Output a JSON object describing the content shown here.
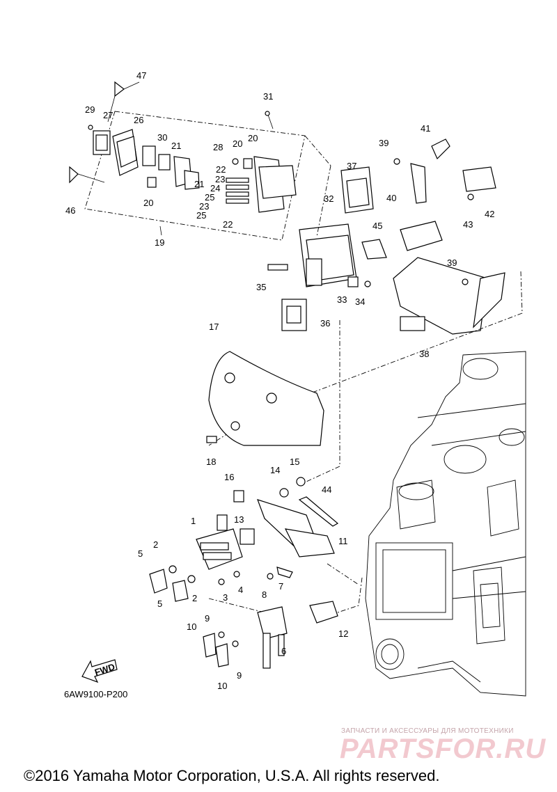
{
  "diagram": {
    "reference_code": "6AW9100-P200",
    "fwd_label": "FWD",
    "part_labels": {
      "p1": "1",
      "p2a": "2",
      "p2b": "2",
      "p3": "3",
      "p4": "4",
      "p5a": "5",
      "p5b": "5",
      "p6": "6",
      "p7": "7",
      "p8": "8",
      "p9a": "9",
      "p9b": "9",
      "p10a": "10",
      "p10b": "10",
      "p11": "11",
      "p12": "12",
      "p13": "13",
      "p14": "14",
      "p15": "15",
      "p16": "16",
      "p17": "17",
      "p18": "18",
      "p19": "19",
      "p20a": "20",
      "p20b": "20",
      "p20c": "20",
      "p21a": "21",
      "p21b": "21",
      "p22a": "22",
      "p22b": "22",
      "p23a": "23",
      "p23b": "23",
      "p24": "24",
      "p25a": "25",
      "p25b": "25",
      "p26": "26",
      "p27": "27",
      "p28": "28",
      "p29": "29",
      "p30": "30",
      "p31": "31",
      "p32": "32",
      "p33": "33",
      "p34": "34",
      "p35": "35",
      "p36": "36",
      "p37": "37",
      "p38": "38",
      "p39a": "39",
      "p39b": "39",
      "p40": "40",
      "p41": "41",
      "p42": "42",
      "p43": "43",
      "p44": "44",
      "p45": "45",
      "p46": "46",
      "p47": "47"
    }
  },
  "watermark": {
    "tagline": "ЗАПЧАСТИ И АКСЕССУАРЫ ДЛЯ МОТОТЕХНИКИ",
    "brand": "PARTSFOR.RU"
  },
  "footer": {
    "copyright": "©2016 Yamaha Motor Corporation, U.S.A. All rights reserved."
  },
  "colors": {
    "line": "#000000",
    "watermark_brand": "#f2c9cf",
    "watermark_tagline": "#c4a4aa"
  }
}
